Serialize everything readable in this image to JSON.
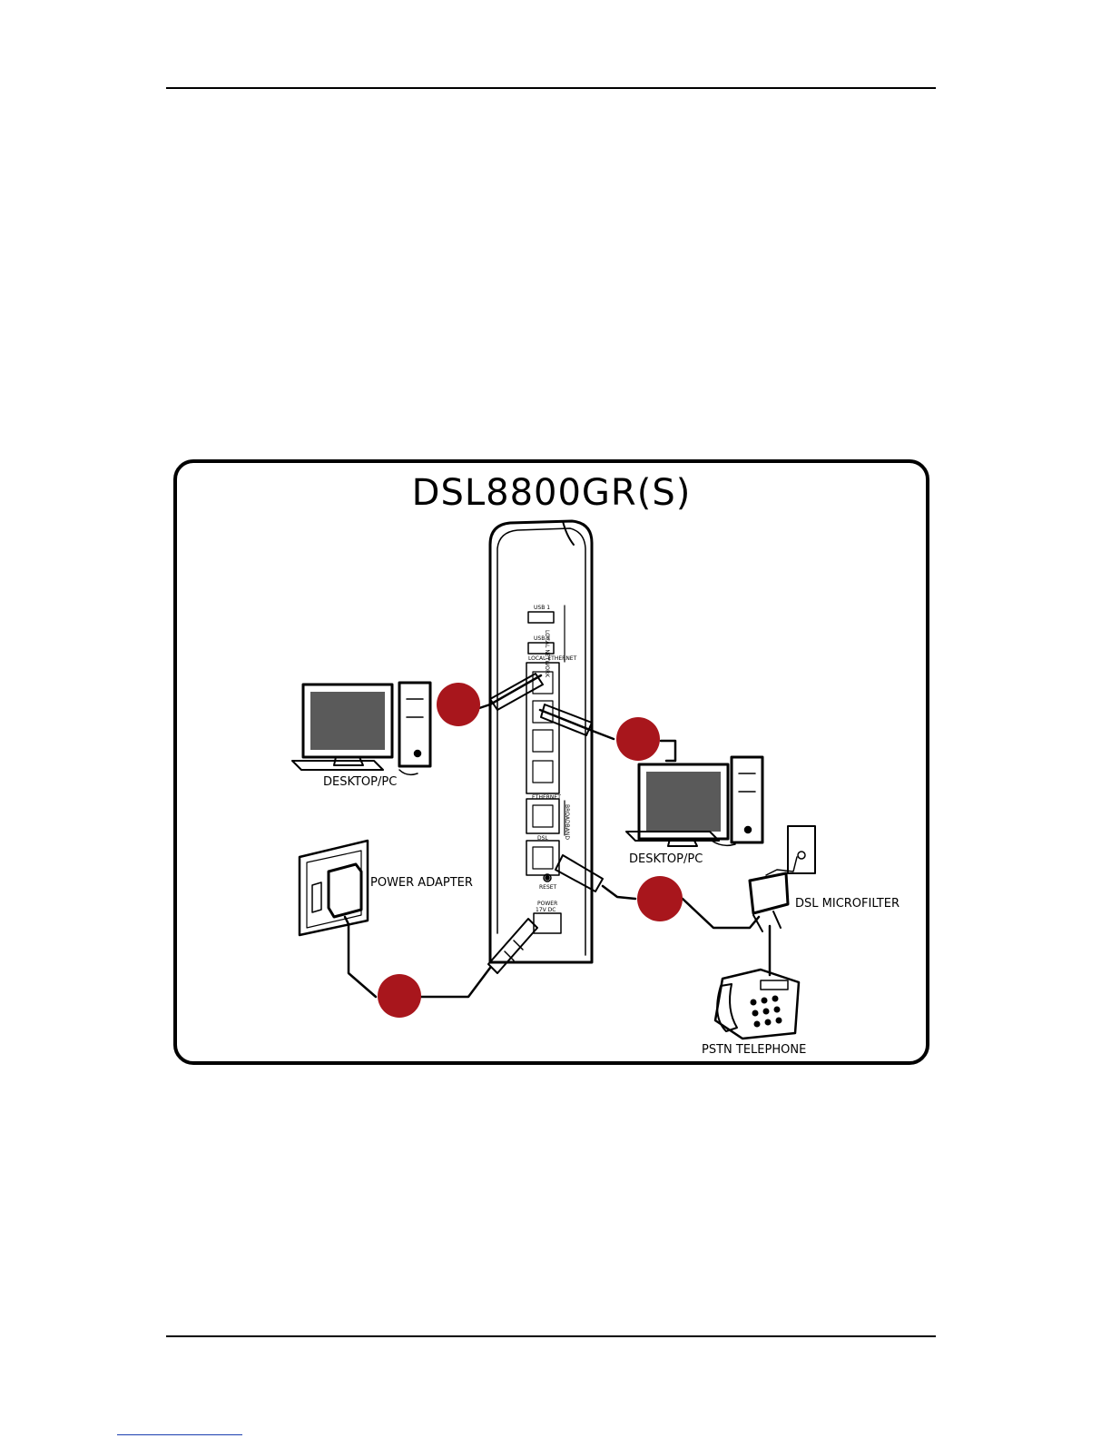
{
  "diagram": {
    "title": "DSL8800GR(S)",
    "labels": {
      "desktop_left": "DESKTOP/PC",
      "desktop_right": "DESKTOP/PC",
      "power_adapter": "POWER ADAPTER",
      "dsl_microfilter": "DSL MICROFILTER",
      "pstn_telephone": "PSTN TELEPHONE"
    },
    "router_labels": {
      "usb1": "USB 1",
      "usb2": "USB 2",
      "local_ethernet": "LOCAL ETHERNET",
      "local_network": "LOCAL NETWORK",
      "ethernet": "ETHERNET",
      "dsl": "DSL",
      "broadband": "BROADBAND",
      "reset": "RESET",
      "power": "POWER",
      "power_rating": "17V DC"
    },
    "step_marker_color": "#a8161c"
  }
}
